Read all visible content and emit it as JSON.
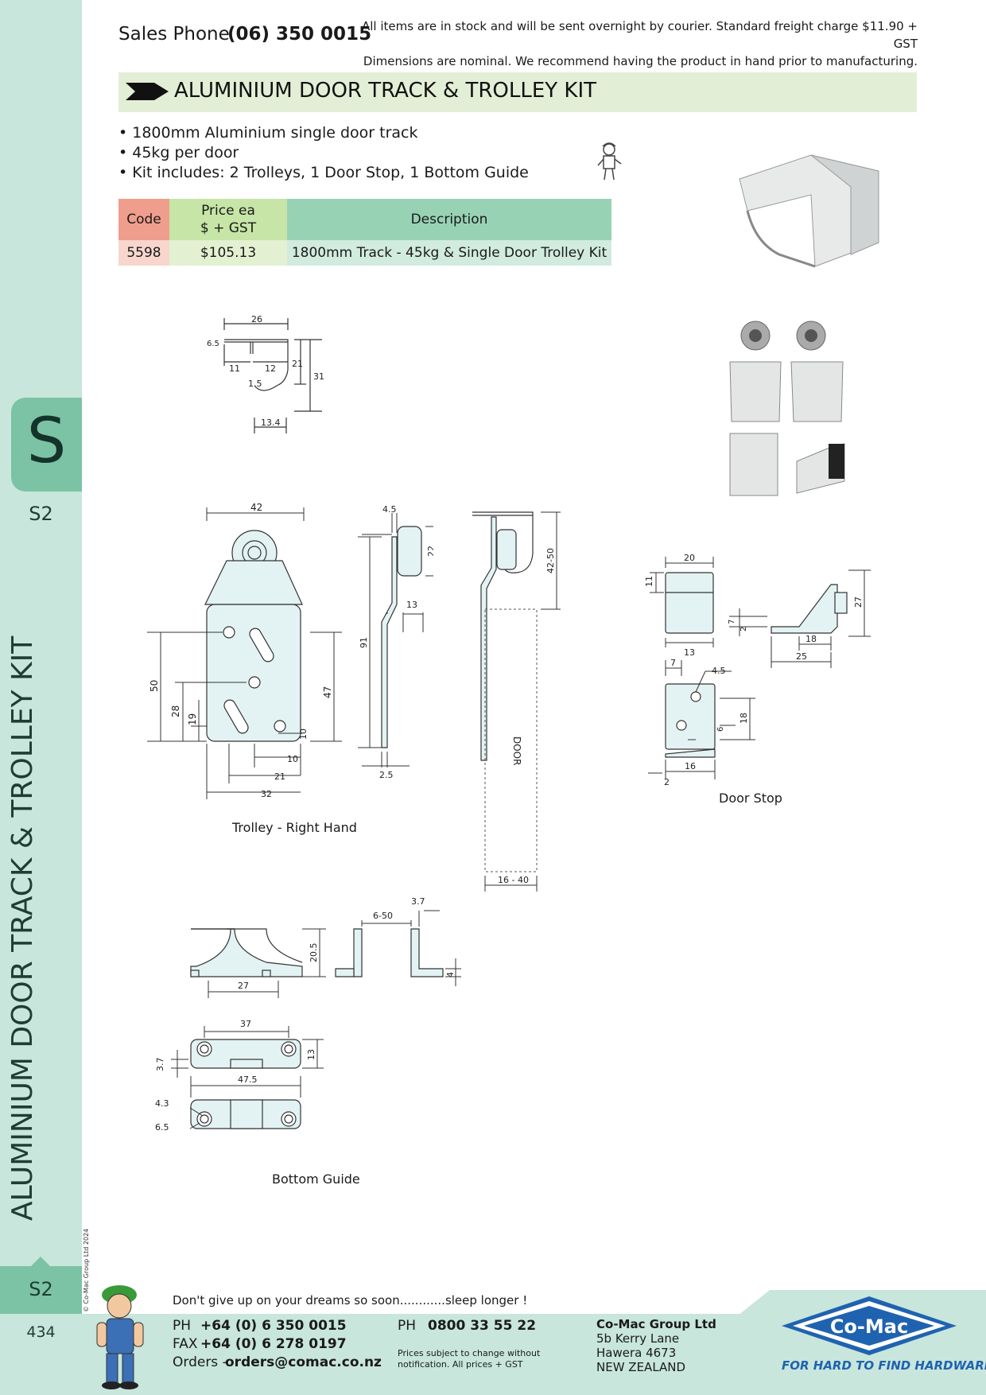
{
  "header": {
    "sales_label": "Sales Phone",
    "sales_number": "(06) 350 0015",
    "notice_line1": "All items are in stock and will be sent overnight by courier. Standard freight charge $11.90 + GST",
    "notice_line2": "Dimensions are nominal. We recommend having the product in hand prior to manufacturing."
  },
  "title": "ALUMINIUM DOOR TRACK & TROLLEY KIT",
  "bullets": [
    "• 1800mm Aluminium single door track",
    "• 45kg per door",
    "• Kit includes: 2 Trolleys, 1 Door Stop, 1 Bottom Guide"
  ],
  "table": {
    "headers": {
      "code": "Code",
      "price_line1": "Price ea",
      "price_line2": "$ + GST",
      "description": "Description"
    },
    "rows": [
      {
        "code": "5598",
        "price": "$105.13",
        "description": "1800mm Track - 45kg & Single Door Trolley Kit"
      }
    ]
  },
  "sidebar": {
    "section_letter": "S",
    "section_code": "S2",
    "vertical_title": "ALUMINIUM DOOR TRACK & TROLLEY KIT",
    "page_number": "434",
    "copyright": "© Co-Mac Group Ltd 2024"
  },
  "drawings": {
    "track_profile": {
      "dims": [
        "26",
        "6.5",
        "11",
        "12",
        "1.5",
        "21",
        "31",
        "13.4"
      ]
    },
    "trolley": {
      "caption": "Trolley - Right Hand",
      "dims": [
        "42",
        "50",
        "28",
        "19",
        "47",
        "10",
        "10",
        "21",
        "32"
      ],
      "side_dims": [
        "4.5",
        "22",
        "13",
        "91",
        "2.5"
      ]
    },
    "assembly": {
      "door_label": "DOOR",
      "dims": [
        "42-50",
        "16 - 40"
      ]
    },
    "door_stop": {
      "caption": "Door Stop",
      "dims": [
        "20",
        "11",
        "13",
        "7",
        "2",
        "18",
        "25",
        "27",
        "7",
        "4.5",
        "18",
        "6",
        "16",
        "2"
      ]
    },
    "bottom_guide": {
      "caption": "Bottom Guide",
      "dims": [
        "20.5",
        "27",
        "6-50",
        "3.7",
        "4",
        "37",
        "3.7",
        "13",
        "47.5",
        "4.3",
        "6.5"
      ]
    }
  },
  "footer": {
    "quote": "Don't give up on your dreams so soon............sleep longer !",
    "ph_label": "PH",
    "ph": "+64 (0) 6 350 0015",
    "fax_label": "FAX",
    "fax": "+64 (0) 6 278 0197",
    "orders_label": "Orders -",
    "orders": "orders@comac.co.nz",
    "ph2_label": "PH",
    "ph2": "0800 33 55 22",
    "disclaimer": "Prices subject to change without notification. All prices + GST",
    "company": "Co-Mac Group Ltd",
    "address": [
      "5b Kerry Lane",
      "Hawera 4673",
      "NEW ZEALAND"
    ],
    "logo_text": "Co-Mac",
    "tagline": "FOR HARD TO FIND HARDWARE"
  },
  "colors": {
    "sidebar": "#c8e6db",
    "section_tab": "#7cc3a5",
    "title_band": "#e3eed6",
    "code_header": "#ef9d8c",
    "price_header": "#c6e5a7",
    "desc_header": "#98d2b5",
    "part_fill": "#e3f3f3",
    "logo_blue": "#1f63b0"
  }
}
